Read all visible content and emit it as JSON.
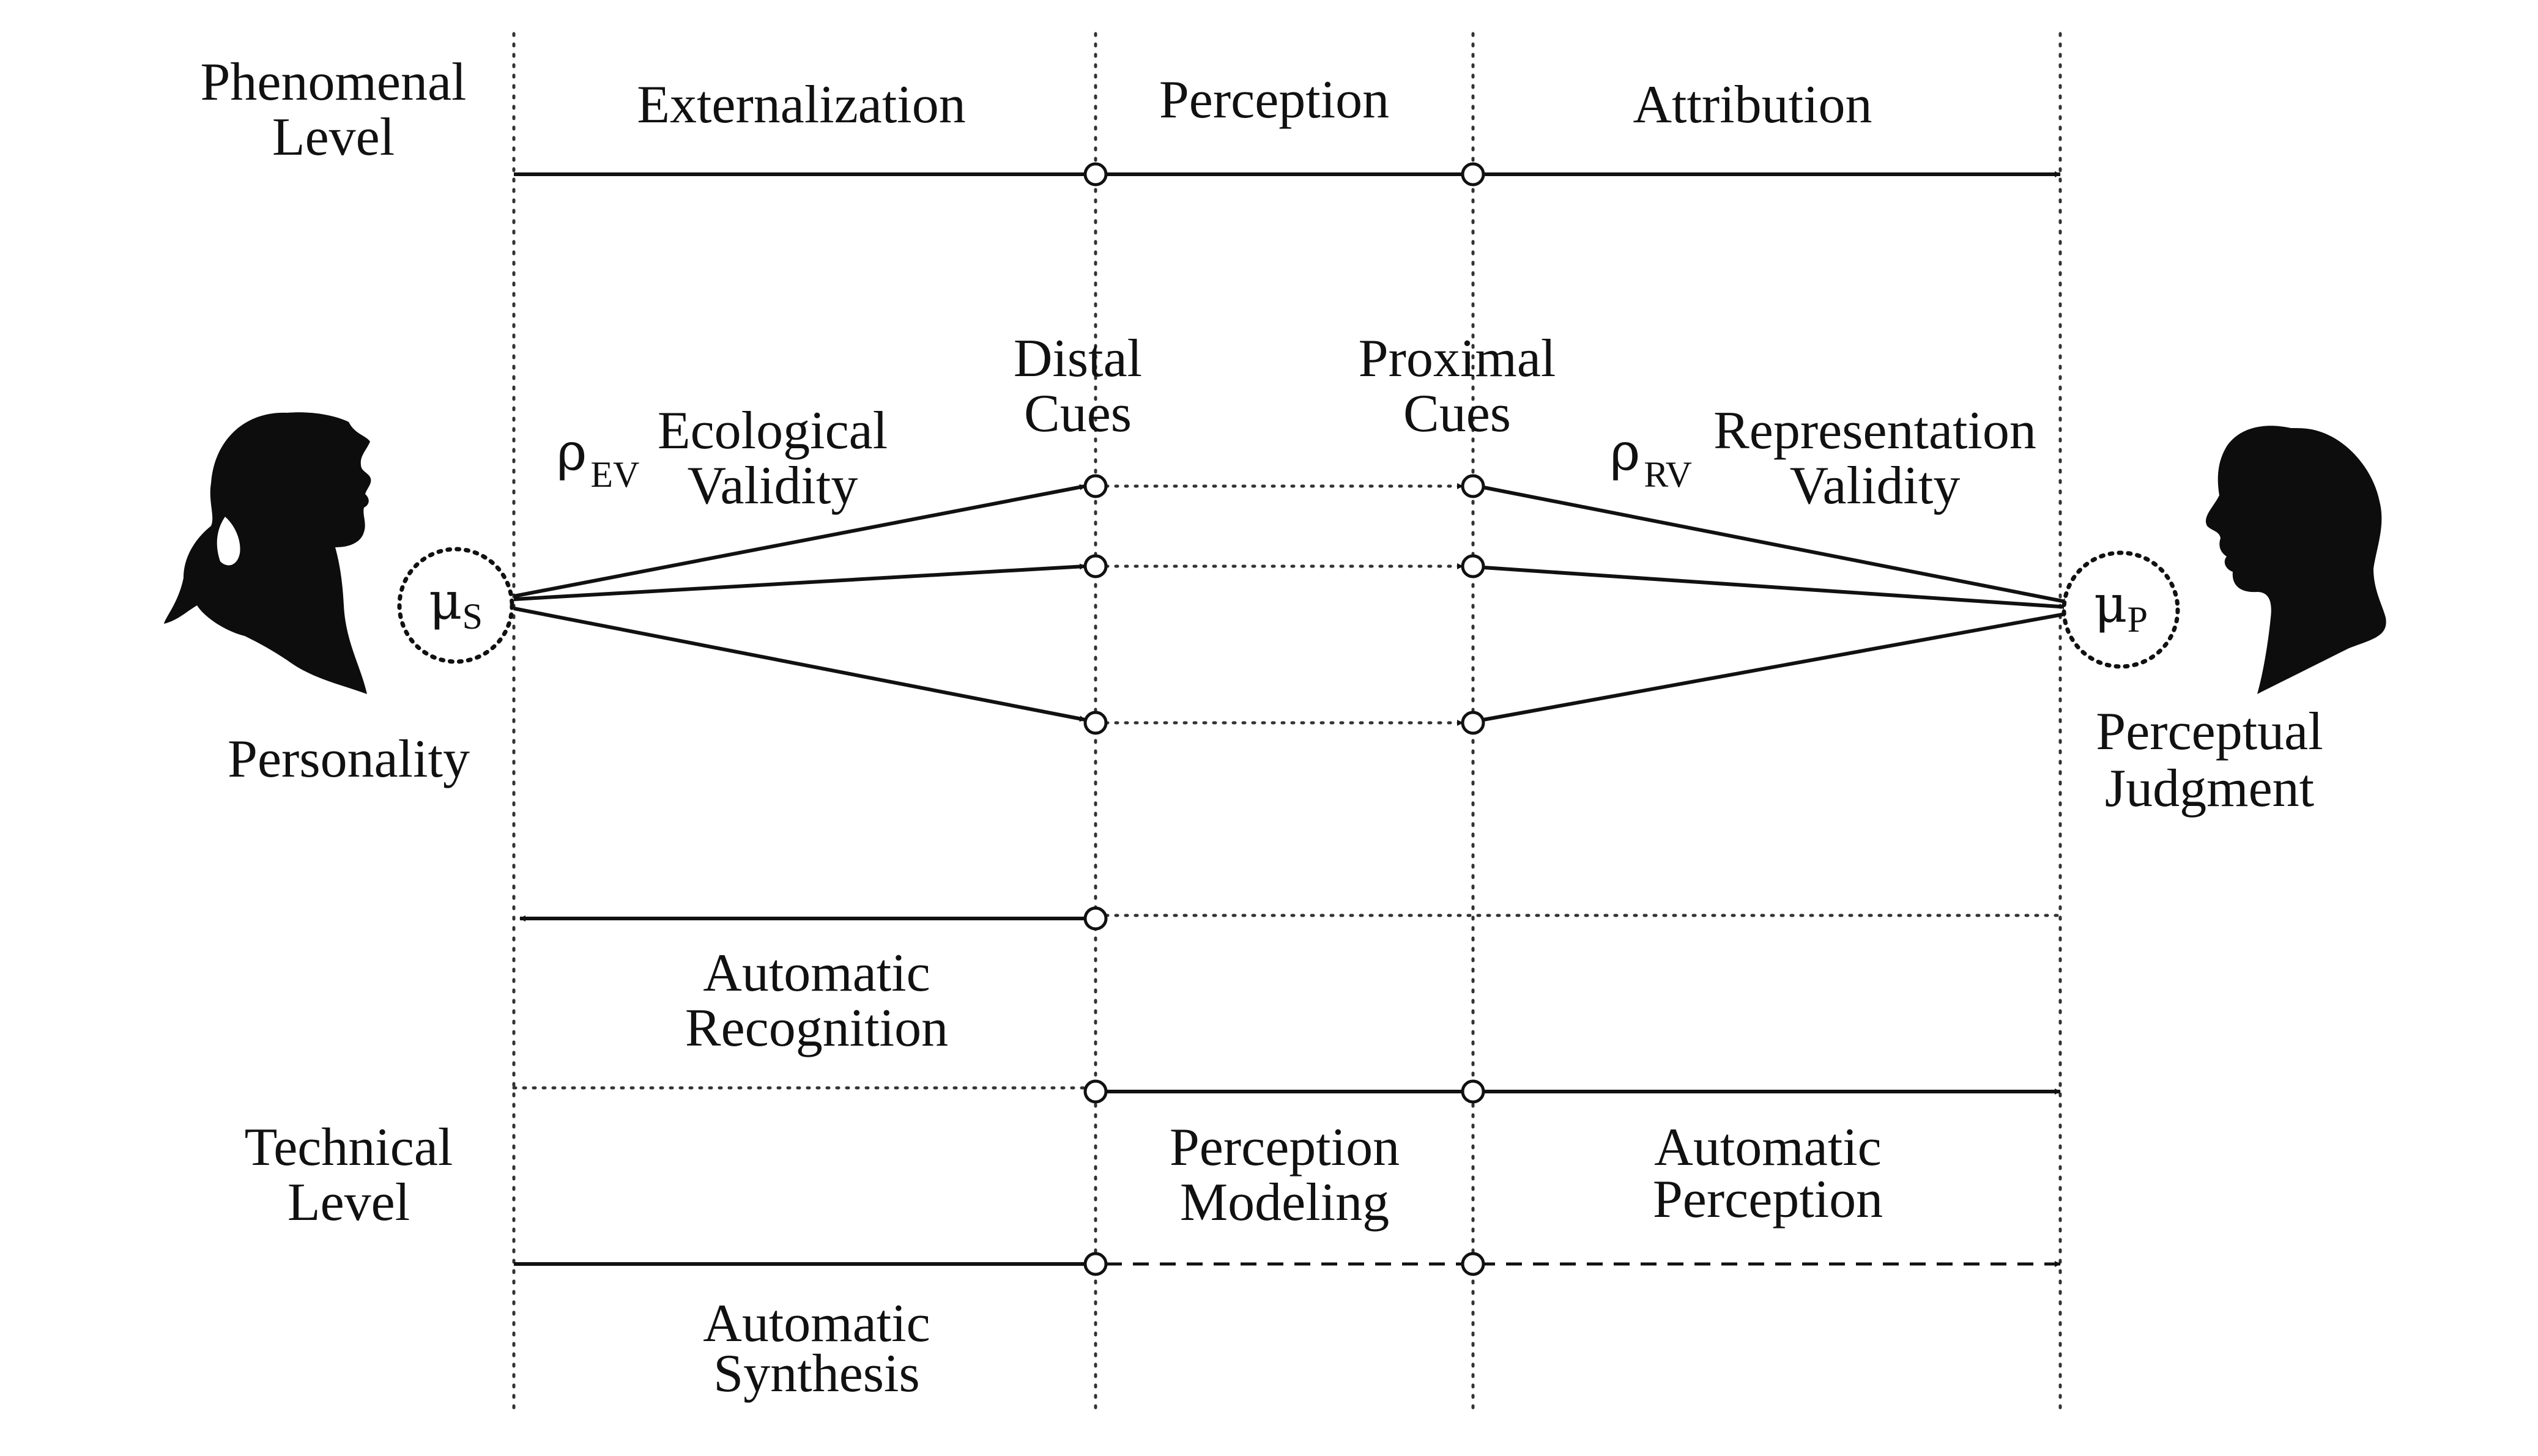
{
  "labels": {
    "phenomenal_level": [
      "Phenomenal",
      "Level"
    ],
    "externalization": "Externalization",
    "perception": "Perception",
    "attribution": "Attribution",
    "distal_cues": [
      "Distal",
      "Cues"
    ],
    "proximal_cues": [
      "Proximal",
      "Cues"
    ],
    "rho_ev": {
      "symbol": "ρ",
      "sub": "EV"
    },
    "ecological_validity": [
      "Ecological",
      "Validity"
    ],
    "rho_rv": {
      "symbol": "ρ",
      "sub": "RV"
    },
    "representation_validity": [
      "Representation",
      "Validity"
    ],
    "mu_s": {
      "symbol": "μ",
      "sub": "S"
    },
    "mu_p": {
      "symbol": "μ",
      "sub": "P"
    },
    "personality": "Personality",
    "perceptual_judgment": [
      "Perceptual",
      "Judgment"
    ],
    "automatic_recognition": [
      "Automatic",
      "Recognition"
    ],
    "technical_level": [
      "Technical",
      "Level"
    ],
    "perception_modeling": [
      "Perception",
      "Modeling"
    ],
    "automatic_perception": [
      "Automatic",
      "Perception"
    ],
    "automatic_synthesis": [
      "Automatic",
      "Synthesis"
    ]
  },
  "icons": {
    "speaker": "female-silhouette-icon",
    "listener": "male-silhouette-icon"
  },
  "colors": {
    "ink": "#111111",
    "background": "#ffffff"
  }
}
